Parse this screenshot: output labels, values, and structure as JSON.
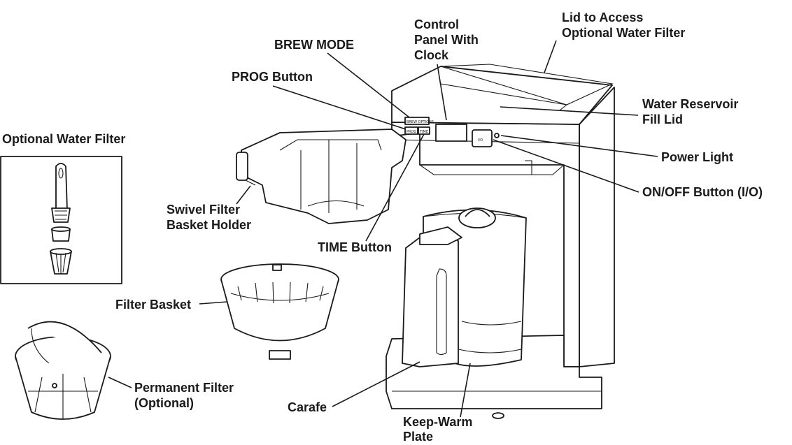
{
  "labels": {
    "optional_water_filter": "Optional Water Filter",
    "brew_mode": "BREW MODE",
    "prog_button": "PROG Button",
    "control_panel_1": "Control",
    "control_panel_2": "Panel With",
    "control_panel_3": "Clock",
    "lid_access_1": "Lid to Access",
    "lid_access_2": "Optional Water Filter",
    "reservoir_1": "Water Reservoir",
    "reservoir_2": "Fill Lid",
    "power_light": "Power Light",
    "on_off_button": "ON/OFF Button (I/O)",
    "swivel_1": "Swivel Filter",
    "swivel_2": "Basket Holder",
    "time_button": "TIME Button",
    "filter_basket": "Filter Basket",
    "permanent_1": "Permanent Filter",
    "permanent_2": "(Optional)",
    "carafe": "Carafe",
    "keep_warm_1": "Keep-Warm",
    "keep_warm_2": "Plate"
  },
  "panel_text": {
    "brew_mode_btn": "BREW OPTIONS",
    "prog_btn": "PROG",
    "time_btn": "TIME",
    "power_btn": "I/O"
  },
  "icons": {
    "water_filter": "water-filter-parts-icon",
    "coffee_maker": "coffee-maker-illustration",
    "filter_basket": "filter-basket-illustration",
    "permanent_filter": "permanent-filter-illustration"
  },
  "colors": {
    "ink": "#1a1a1a",
    "paper": "#ffffff"
  }
}
